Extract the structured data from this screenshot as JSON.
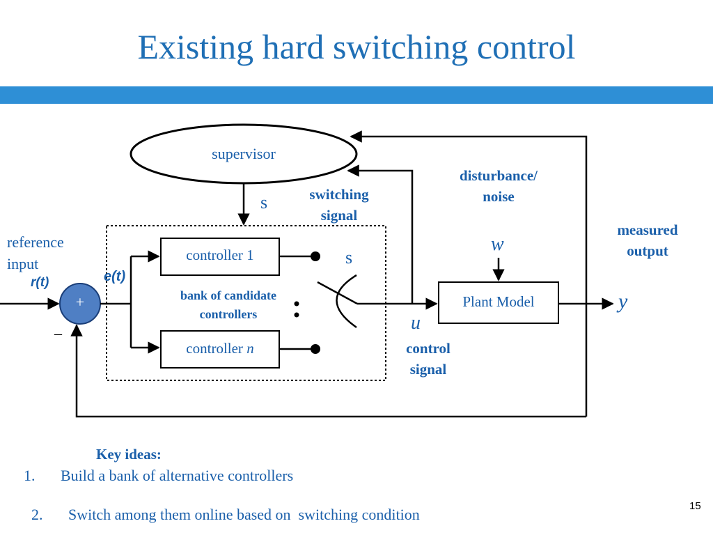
{
  "slide": {
    "title": "Existing hard switching control",
    "page_number": "15"
  },
  "diagram": {
    "supervisor": "supervisor",
    "s_top": "s",
    "switching_signal_line1": "switching",
    "switching_signal_line2": "signal",
    "disturbance_line1": "disturbance/",
    "disturbance_line2": "noise",
    "w": "w",
    "measured_output_line1": "measured",
    "measured_output_line2": "output",
    "reference_input_line1": "reference",
    "reference_input_line2": "input",
    "r_t": "r(t)",
    "e_t": "e(t)",
    "plus": "+",
    "minus": "_",
    "controller_1": "controller 1",
    "controller_n_prefix": "controller ",
    "controller_n_var": "n",
    "bank_line1": "bank of candidate",
    "bank_line2": "controllers",
    "s_switch": "s",
    "u": "u",
    "control_signal_line1": "control",
    "control_signal_line2": "signal",
    "plant_model": "Plant Model",
    "y": "y"
  },
  "key_ideas": {
    "title": "Key ideas:",
    "items": [
      {
        "number": "1.",
        "text": "Build a bank of alternative controllers"
      },
      {
        "number": "2.",
        "text": "Switch among them online based on  switching condition"
      }
    ]
  },
  "colors": {
    "title": "#1f6fb5",
    "band": "#2e8fd6",
    "text_blue": "#1a5faa",
    "summing_junction": "#4f7fc4"
  }
}
